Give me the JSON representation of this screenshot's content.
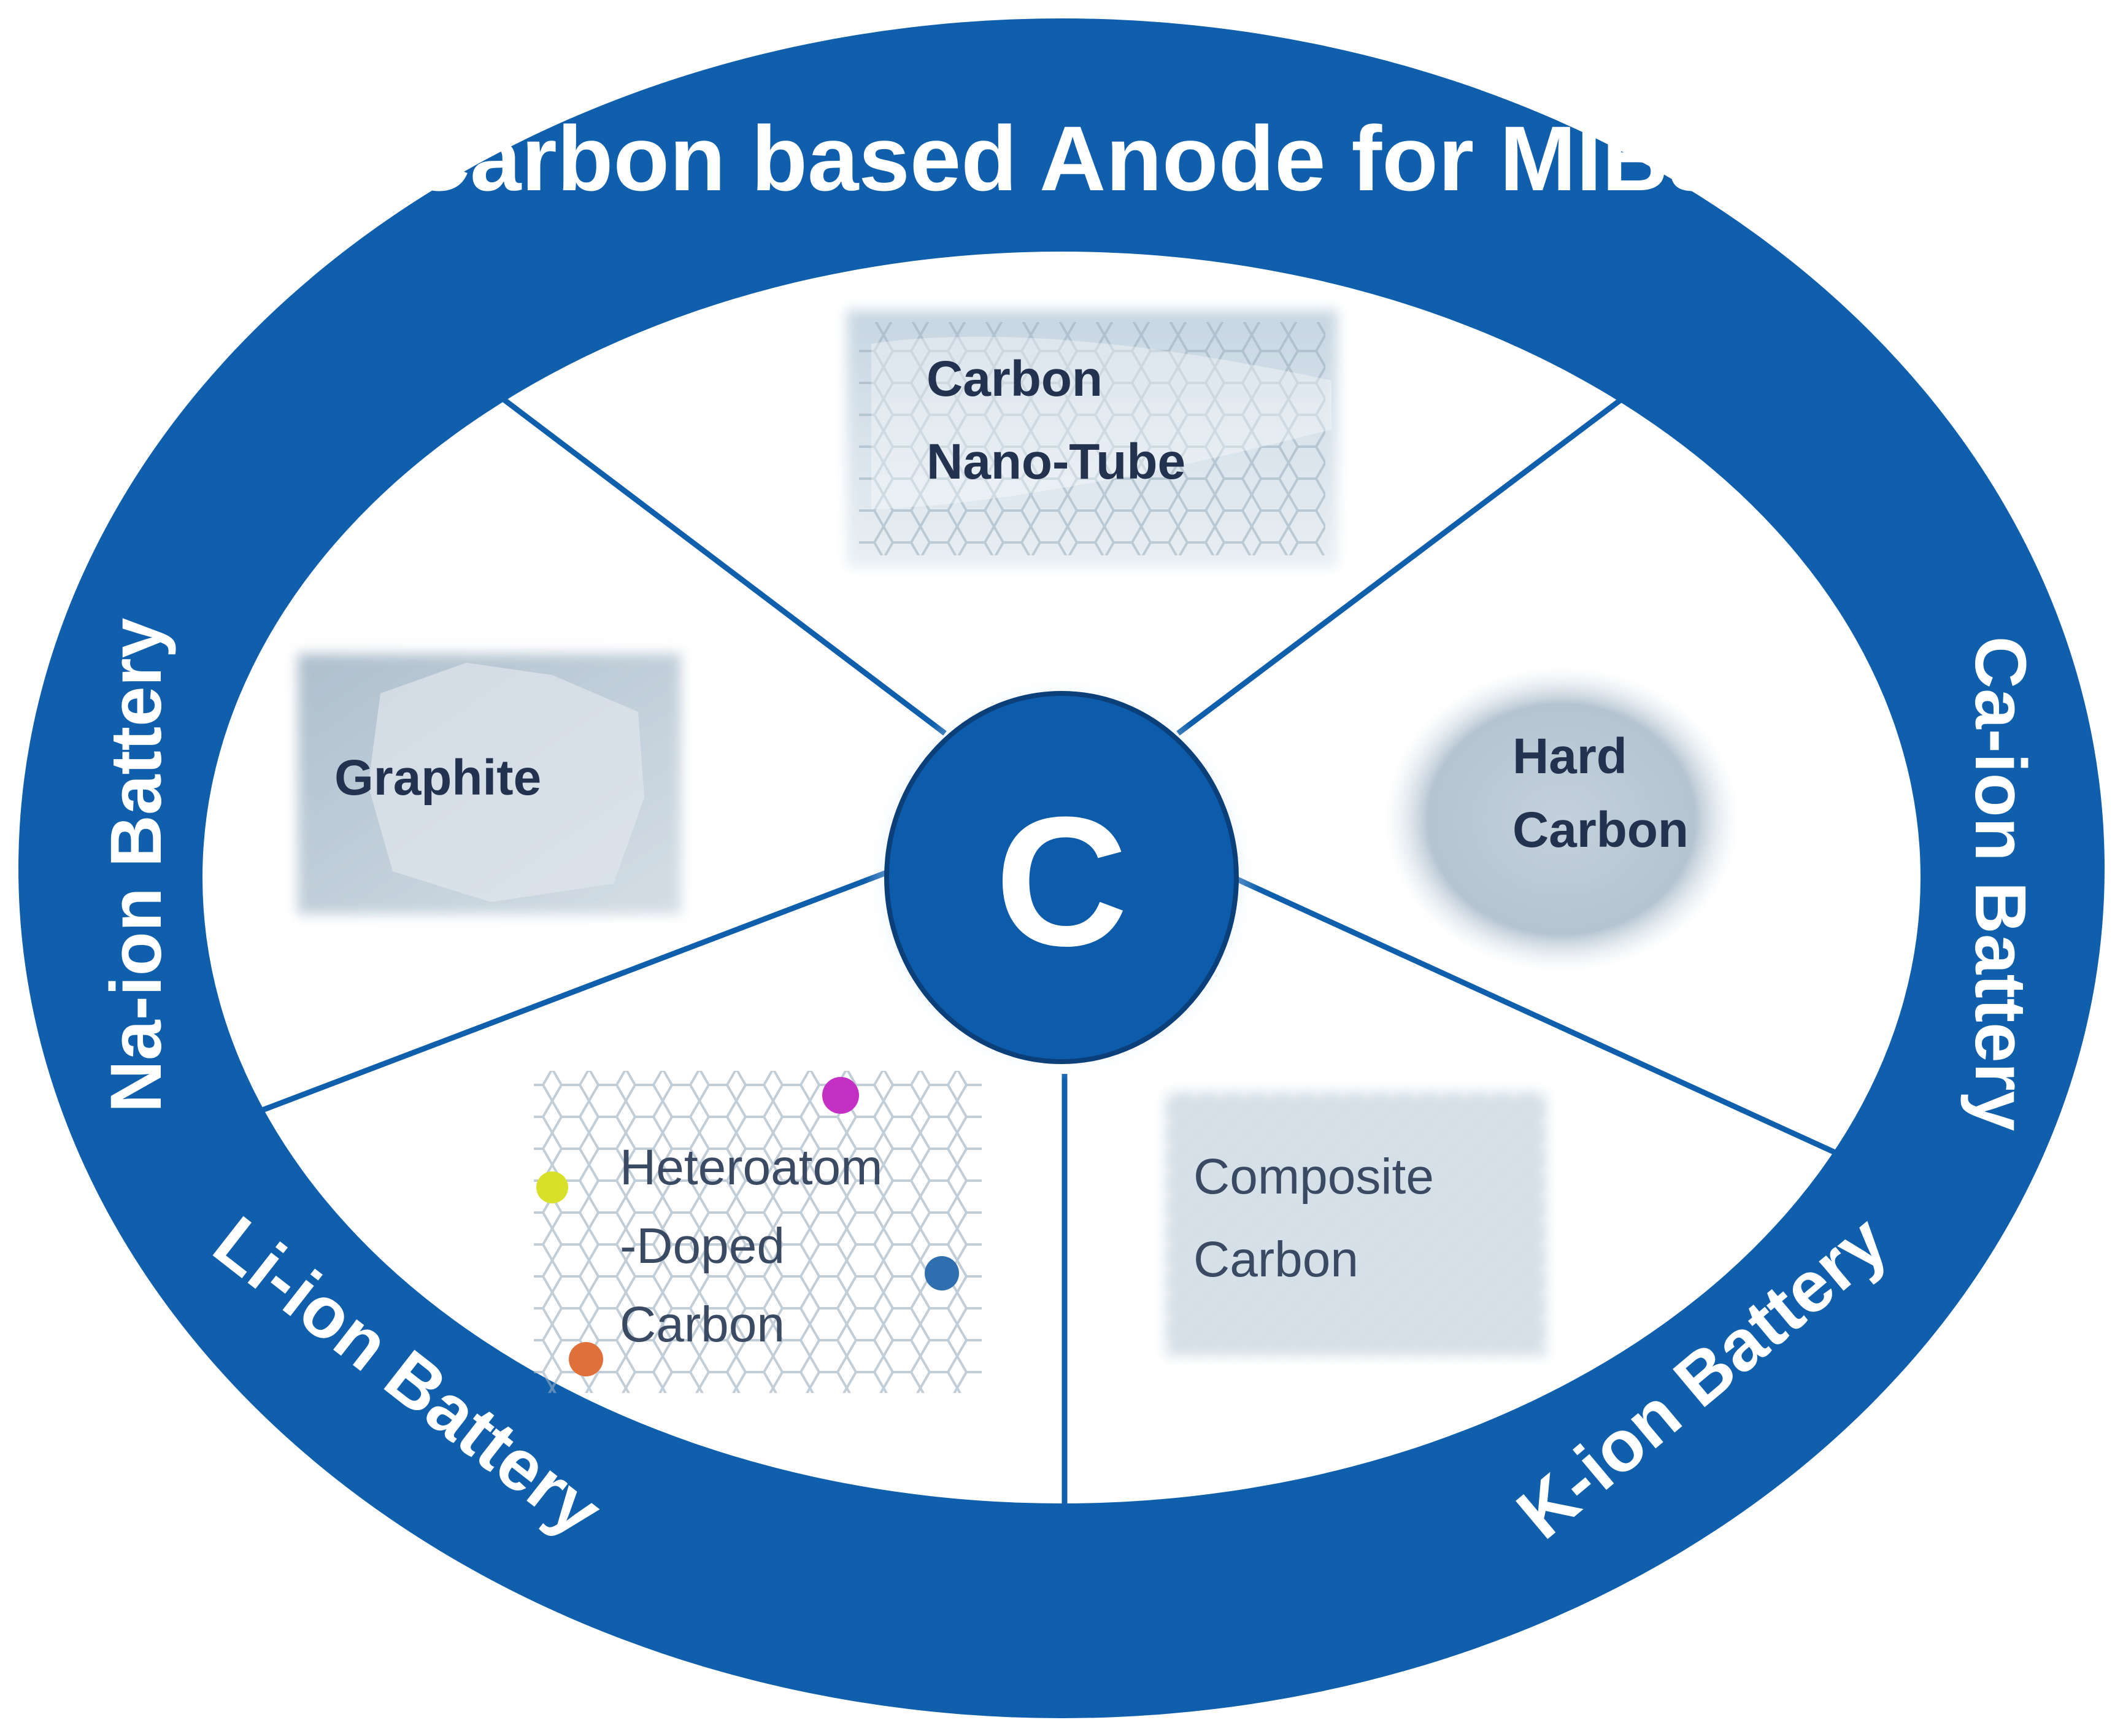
{
  "title": "Carbon based Anode for MIBs",
  "center_symbol": "C",
  "ring_labels": {
    "na": "Na-ion Battery",
    "ca": "Ca-ion Battery",
    "li": "Li-ion Battery",
    "k": "K-ion Battery"
  },
  "segments": {
    "cnt": [
      "Carbon",
      "Nano-Tube"
    ],
    "graphite": [
      "Graphite"
    ],
    "hard": [
      "Hard",
      "Carbon"
    ],
    "hetero": [
      "Heteroatom",
      "-Doped",
      "Carbon"
    ],
    "composite": [
      "Composite",
      "Carbon"
    ]
  },
  "colors": {
    "ring": "#0f5fad",
    "ring_dark": "#0b4d94",
    "center": "#0d5bab",
    "dopant_1": "#d9e02a",
    "dopant_2": "#c430c4",
    "dopant_3": "#2f6fb0",
    "dopant_4": "#e0703a"
  }
}
